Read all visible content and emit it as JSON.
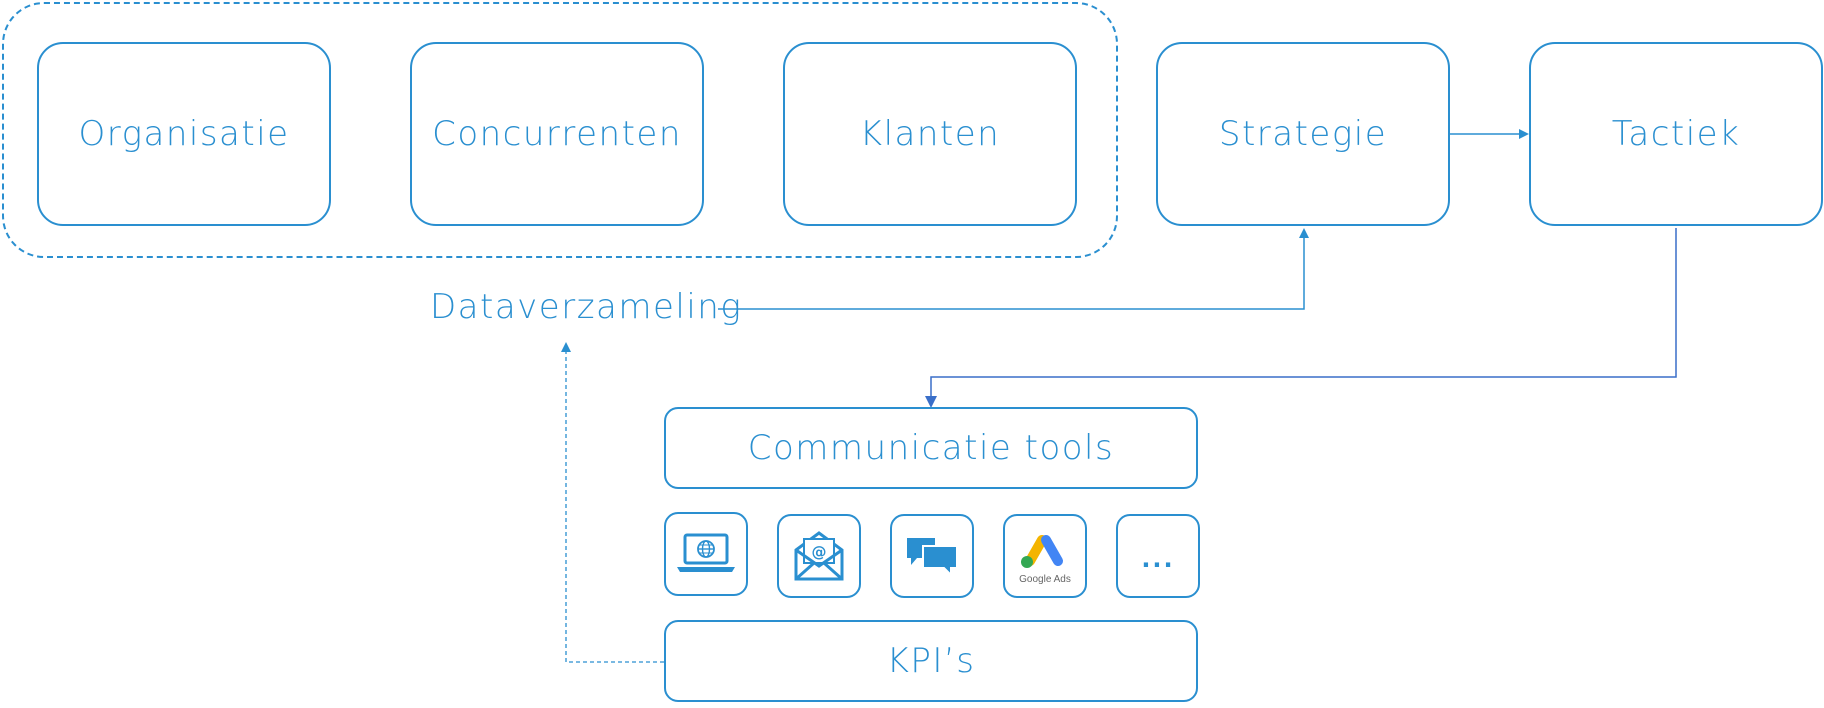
{
  "diagram": {
    "group_items": [
      "Organisatie",
      "Concurrenten",
      "Klanten"
    ],
    "strategy": "Strategie",
    "tactics": "Tactiek",
    "data_collection": "Dataverzameling",
    "communication": "Communicatie tools",
    "kpis": "KPI’s",
    "tools": [
      {
        "icon": "laptop-globe-icon"
      },
      {
        "icon": "email-icon"
      },
      {
        "icon": "chat-icon"
      },
      {
        "icon": "google-ads-icon",
        "label": "Google Ads"
      },
      {
        "icon": "more-icon",
        "label": "..."
      }
    ],
    "colors": {
      "line": "#2a8fd0",
      "arrow_dark": "#3a6fc9",
      "ads_yellow": "#f4b400",
      "ads_blue": "#4285f4",
      "ads_green": "#34a853"
    }
  }
}
